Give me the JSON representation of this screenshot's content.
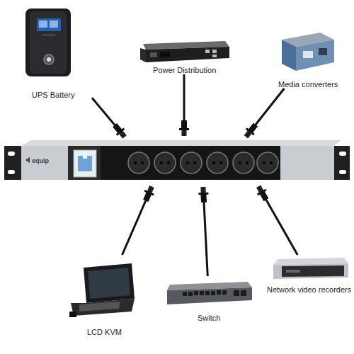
{
  "diagram": {
    "nodes": [
      {
        "text": [
          "UPS Battery"
        ]
      },
      {
        "text": [
          "Power Distribution"
        ]
      },
      {
        "text": [
          "Media converters"
        ]
      },
      {
        "text": [
          "equip"
        ]
      },
      {
        "text": [
          "LCD KVM"
        ]
      },
      {
        "text": [
          "Switch"
        ]
      },
      {
        "text": [
          "Network video recorders"
        ]
      }
    ],
    "edges": [
      {
        "from": 0,
        "to": 3,
        "arrow": "to"
      },
      {
        "from": 1,
        "to": 3,
        "arrow": "to"
      },
      {
        "from": 2,
        "to": 3,
        "arrow": "to"
      },
      {
        "from": 4,
        "to": 3,
        "arrow": "to"
      },
      {
        "from": 5,
        "to": 3,
        "arrow": "to"
      },
      {
        "from": 6,
        "to": 3,
        "arrow": "to"
      }
    ]
  }
}
